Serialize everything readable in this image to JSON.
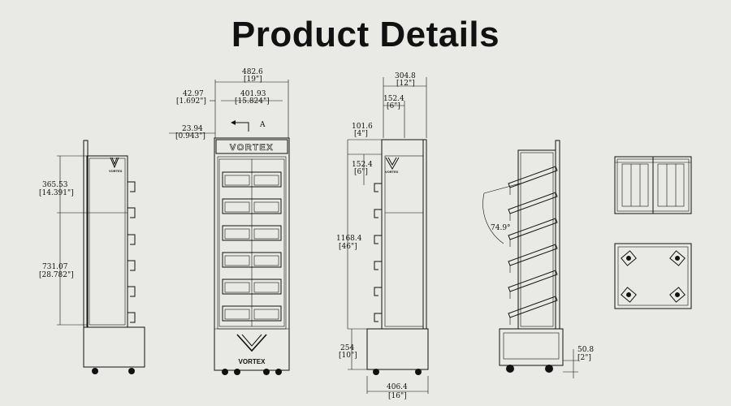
{
  "page_title": "Product Details",
  "brand": "VORTEX",
  "section_marker": "A",
  "dimensions": {
    "side_upper": "365.53",
    "side_upper_in": "[14.391\"]",
    "side_lower": "731.07",
    "side_lower_in": "[28.782\"]",
    "overall_width": "482.6",
    "overall_width_in": "[19\"]",
    "offset_left": "42.97",
    "offset_left_in": "[1.692\"]",
    "inner_width": "401.93",
    "inner_width_in": "[15.824\"]",
    "header_offset": "23.94",
    "header_offset_in": "[0.943\"]",
    "depth_top": "304.8",
    "depth_top_in": "[12\"]",
    "depth_half": "152.4",
    "depth_half_in": "[6\"]",
    "top_step": "101.6",
    "top_step_in": "[4\"]",
    "header_drop": "152.4",
    "header_drop_in": "[6\"]",
    "total_height": "1168.4",
    "total_height_in": "[46\"]",
    "base_height": "254",
    "base_height_in": "[10\"]",
    "base_depth": "406.4",
    "base_depth_in": "[16\"]",
    "shelf_angle": "74.9°",
    "caster_height": "50.8",
    "caster_height_in": "[2\"]"
  }
}
